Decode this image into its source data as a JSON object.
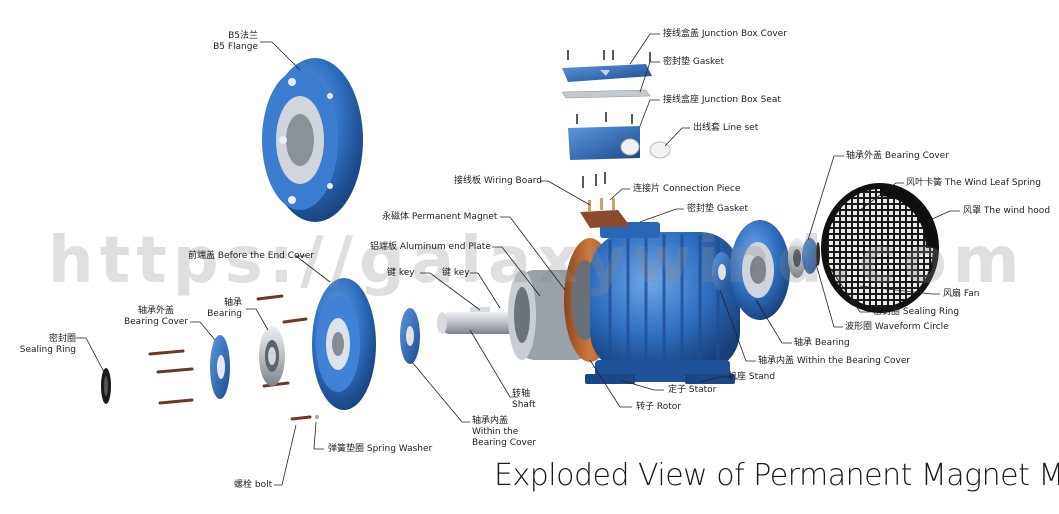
{
  "title": "Exploded View of Permanent Magnet Motor",
  "watermark": "https://galaxywind.com",
  "colors": {
    "motor_blue": "#2f6fc0",
    "motor_blue_dark": "#1b4a8c",
    "copper": "#b8652e",
    "steel": "#b9bec4"
  },
  "labels": {
    "b5_flange": {
      "zh": "B5法兰",
      "en": "B5 Flange"
    },
    "junction_box_cover": "接线盒盖 Junction Box Cover",
    "gasket_top": "密封垫 Gasket",
    "junction_box_seat": "接线盒座 Junction Box Seat",
    "line_set": "出线套 Line set",
    "wiring_board": "接线板 Wiring Board",
    "connection_piece": "连接片 Connection Piece",
    "gasket_mid": "密封垫 Gasket",
    "permanent_magnet": "永磁体 Permanent Magnet",
    "aluminum_end_plate": "铝端板 Aluminum end Plate",
    "key_1": "键 key",
    "key_2": "键 key",
    "front_end_cover": "前端盖 Before the End Cover",
    "bearing_left": {
      "zh": "轴承",
      "en": "Bearing"
    },
    "bearing_cover_left": {
      "zh": "轴承外盖",
      "en": "Bearing Cover"
    },
    "sealing_ring_left": {
      "zh": "密封圈",
      "en": "Sealing Ring"
    },
    "shaft": {
      "zh": "转轴",
      "en": "Shaft"
    },
    "within_bearing_cover_left": {
      "zh": "轴承内盖",
      "en1": "Within the",
      "en2": "Bearing Cover"
    },
    "spring_washer": "弹簧垫圈 Spring Washer",
    "bolt": "螺栓 bolt",
    "rotor": "转子 Rotor",
    "stator": "定子 Stator",
    "stand": "机座 Stand",
    "within_bearing_cover_right": "轴承内盖 Within the Bearing Cover",
    "bearing_right": "轴承 Bearing",
    "waveform_circle": "波形圈 Waveform Circle",
    "sealing_ring_right": "密封圈 Sealing Ring",
    "fan": "风扇 Fan",
    "wind_hood": "风罩 The wind hood",
    "wind_leaf_spring": "风叶卡簧 The Wind Leaf Spring",
    "bearing_cover_right": "轴承外盖 Bearing Cover"
  }
}
